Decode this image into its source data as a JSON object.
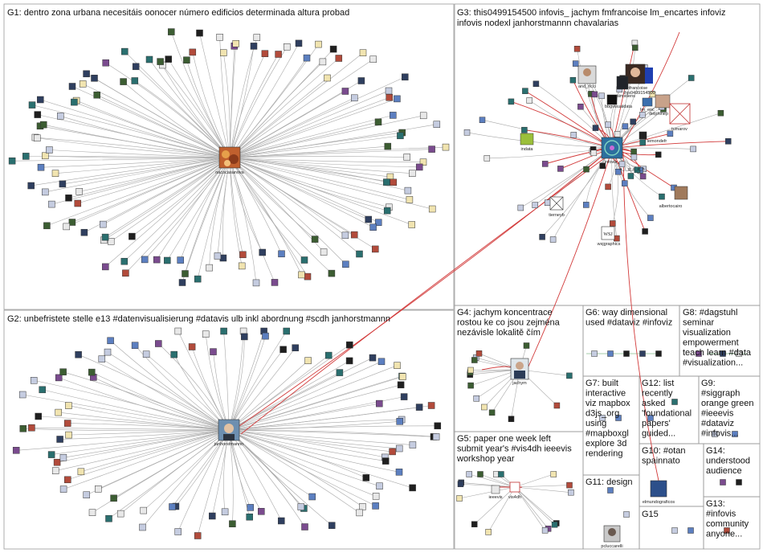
{
  "colors": {
    "background": "#ffffff",
    "box_border": "#9a9a9a",
    "edge_gray": "#a8a8a8",
    "edge_red": "#d23a3a",
    "edge_green": "#4d9a57",
    "label_text": "#111111",
    "tile_palette": [
      "#2f3f5f",
      "#c5cce0",
      "#f1e4b0",
      "#3c5d32",
      "#b24b3b",
      "#1f1f1f",
      "#5c7fc0",
      "#e8e8e8",
      "#7a4b8e",
      "#2a6f6f"
    ]
  },
  "groups": [
    {
      "id": "G1",
      "label": "G1: dentro zona urbana necesitáis oonocer número edificios determinada altura probad",
      "lines": [
        "G1: dentro zona urbana necesitáis oonocer número edificios determinada altura probad"
      ],
      "hub": "nacocasanova"
    },
    {
      "id": "G2",
      "label": "G2: unbefristete stelle e13 #datenvisualisierung #datavis ulb inkl abordnung #scdh janhorstmannn",
      "lines": [
        "G2: unbefristete stelle e13 #datenvisualisierung #datavis ulb inkl abordnung #scdh janhorstmannn"
      ],
      "hub": "janhorstmannn"
    },
    {
      "id": "G3",
      "label": "G3: this0499154500 infovis_ jachym fmfrancoise lm_encartes infoviz infovis nodexl janhorstmannn chavalarias",
      "lines": [
        "G3: this0499154500 infovis_ jachym fmfrancoise lm_encartes infoviz",
        "infovis nodexl janhorstmannn chavalarias"
      ],
      "hub": "infovis_"
    },
    {
      "id": "G4",
      "label": "G4: jachym koncentrace rostou ke co jsou zejména nezávisle lokalitě čím",
      "lines": [
        "G4: jachym koncentrace",
        "rostou ke co jsou zejména",
        "nezávisle lokalitě čím"
      ],
      "hub": "jachym"
    },
    {
      "id": "G5",
      "label": "G5: paper one week left submit year's #vis4dh ieeevis workshop year",
      "lines": [
        "G5: paper one week left",
        "submit year's #vis4dh ieeevis",
        "workshop year"
      ],
      "hub": "vis4dh"
    },
    {
      "id": "G6",
      "label": "G6: way dimensional used #dataviz #infoviz",
      "lines": [
        "G6: way dimensional",
        "used #dataviz #infoviz"
      ]
    },
    {
      "id": "G7",
      "label": "G7: built interactive viz mapbox d3js_org using #mapboxgl explore 3d rendering",
      "lines": [
        "G7: built",
        "interactive",
        "viz mapbox",
        "d3js_org",
        "using",
        "#mapboxgl",
        "explore 3d",
        "rendering"
      ]
    },
    {
      "id": "G8",
      "label": "G8: #dagstuhl seminar visualization empowerment teach learn #data #visualization...",
      "lines": [
        "G8: #dagstuhl",
        "seminar",
        "visualization",
        "empowerment",
        "teach learn #data",
        "#visualization..."
      ]
    },
    {
      "id": "G9",
      "label": "G9: #siggraph orange green #ieeevis #dataviz #infovis...",
      "lines": [
        "G9:",
        "#siggraph",
        "orange green",
        "#ieeevis",
        "#dataviz",
        "#infovis..."
      ]
    },
    {
      "id": "G10",
      "label": "G10: #otan spainnato",
      "lines": [
        "G10: #otan",
        "spainnato"
      ],
      "hub": "elmundograficos"
    },
    {
      "id": "G11",
      "label": "G11: design",
      "lines": [
        "G11: design"
      ],
      "hub": "pcluccarelli"
    },
    {
      "id": "G12",
      "label": "G12: list recently asked 'foundational papers' guided...",
      "lines": [
        "G12: list",
        "recently",
        "asked",
        "'foundational",
        "papers'",
        "guided..."
      ]
    },
    {
      "id": "G13",
      "label": "G13: #infovis community anyone...",
      "lines": [
        "G13:",
        "#infovis",
        "community",
        "anyone..."
      ]
    },
    {
      "id": "G14",
      "label": "G14: understood audience",
      "lines": [
        "G14:",
        "understood",
        "audience"
      ]
    },
    {
      "id": "G15",
      "label": "G15",
      "lines": [
        "G15"
      ]
    }
  ],
  "named_nodes": {
    "nacocasanova": "nacocasanova",
    "janhorstmannn": "janhorstmannn",
    "infovis_": "infovis_",
    "jachym": "jachym",
    "vis4dh": "vis4dh",
    "ieeevis": "ieeevis",
    "and_ricci": "and_ricci",
    "fmfrancoise": "fmfrancoise",
    "this0499154500": "this0499154500",
    "nassimstlens": "nassimstlens",
    "bbgvisualdata": "bbgvisualdata",
    "lm_enc": "lm_enc",
    "delphinep": "delphinep",
    "tumarov": "tumarov",
    "lemondefr": "lemondefr",
    "indata": "indata",
    "n_l_g_s_c_h": "n_l_g_s_c_h",
    "albertocairo": "albertocairo",
    "tierneyb": "tierneyb",
    "wsjgraphics": "wsjgraphics",
    "elmundograficos": "elmundograficos",
    "pcluccarelli": "pcluccarelli"
  }
}
